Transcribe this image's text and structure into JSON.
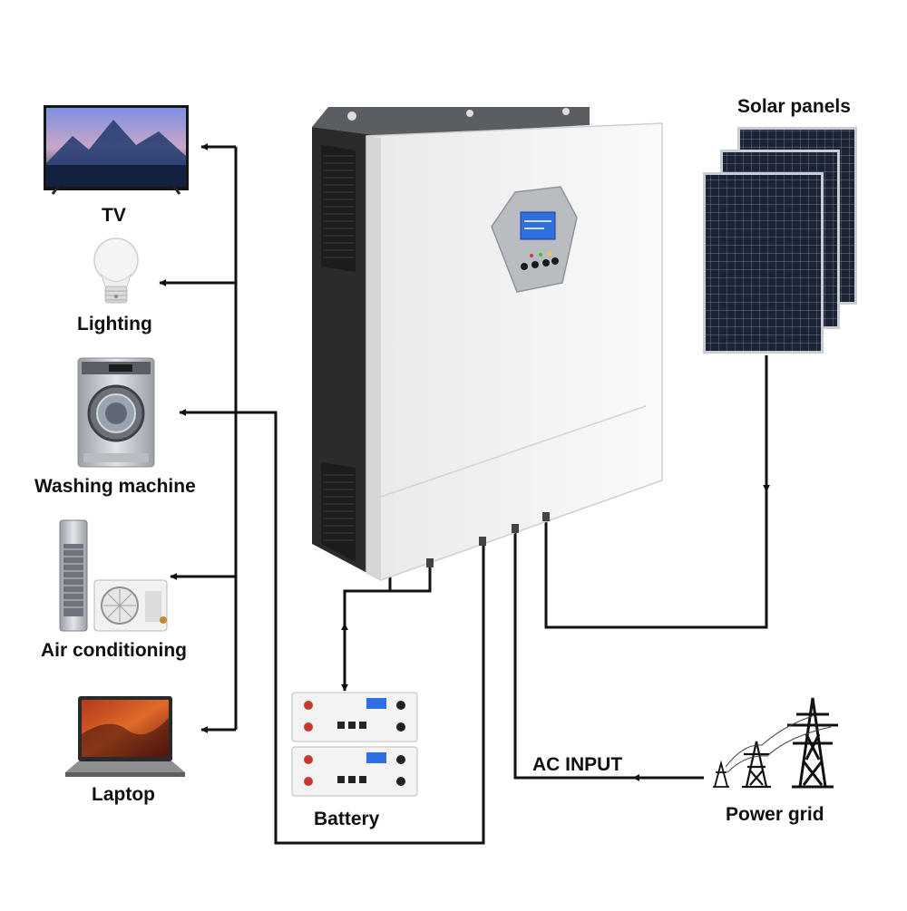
{
  "labels": {
    "tv": "TV",
    "lighting": "Lighting",
    "washing_machine": "Washing machine",
    "air_conditioning": "Air conditioning",
    "laptop": "Laptop",
    "solar_panels": "Solar panels",
    "battery": "Battery",
    "ac_input": "AC INPUT",
    "power_grid": "Power grid"
  },
  "colors": {
    "line": "#111111",
    "inverter_body": "#f3f3f3",
    "inverter_side": "#2b2b2b",
    "panel_cell": "#1b2434",
    "lcd": "#2f6fe0"
  },
  "icons": {
    "tv": "tv-icon",
    "lighting": "light-bulb-icon",
    "washing_machine": "washing-machine-icon",
    "air_conditioning": "air-conditioner-icon",
    "laptop": "laptop-icon",
    "solar_panels": "solar-panel-icon",
    "battery": "battery-icon",
    "power_grid": "transmission-tower-icon",
    "inverter": "inverter-icon"
  }
}
